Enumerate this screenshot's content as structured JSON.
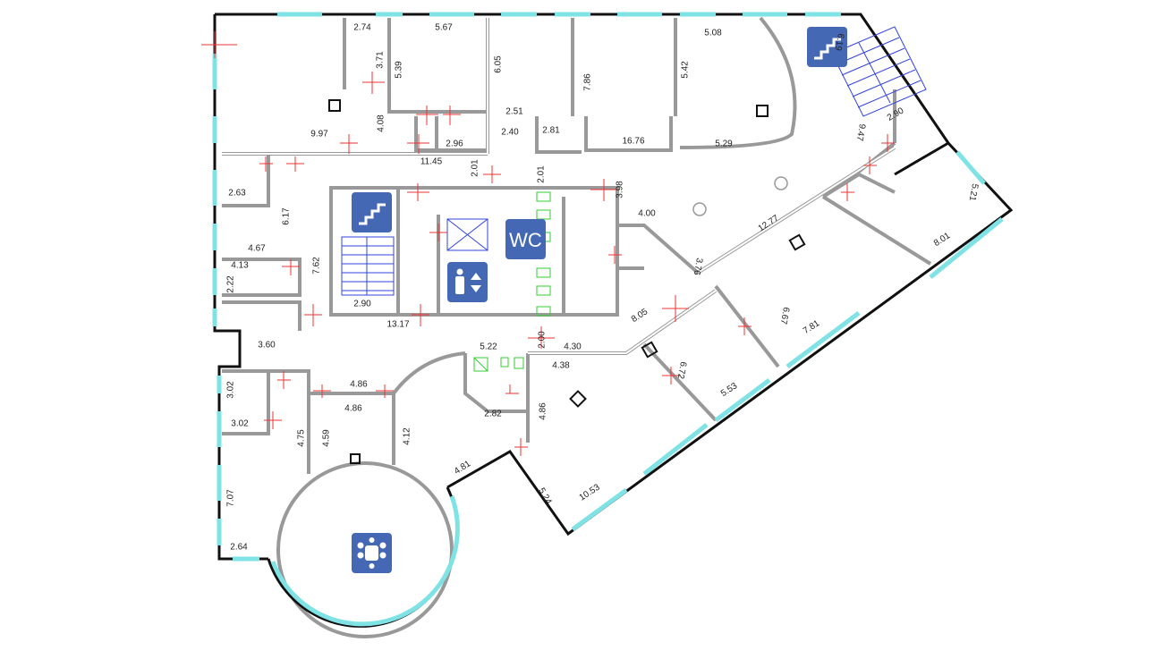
{
  "title": "Floor plan",
  "dimensions": [
    "2.74",
    "5.67",
    "3.71",
    "5.39",
    "6.05",
    "7.86",
    "5.42",
    "5.08",
    "6.19",
    "9.97",
    "4.08",
    "2.51",
    "2.40",
    "2.81",
    "2.96",
    "11.45",
    "16.76",
    "5.29",
    "9.47",
    "2.90",
    "2.01",
    "2.01",
    "2.63",
    "6.17",
    "4.67",
    "4.13",
    "2.22",
    "7.62",
    "2.90",
    "13.17",
    "3.98",
    "4.00",
    "12.77",
    "5.21",
    "8.01",
    "3.76",
    "8.05",
    "6.67",
    "7.81",
    "3.60",
    "5.22",
    "2.00",
    "4.30",
    "4.38",
    "6.72",
    "5.53",
    "3.02",
    "3.02",
    "4.86",
    "4.86",
    "4.75",
    "4.59",
    "4.12",
    "2.82",
    "4.86",
    "4.81",
    "5.24",
    "10.53",
    "7.07",
    "2.64"
  ],
  "icons": {
    "stairs": "stairs-icon",
    "wc": "WC",
    "elevator": "elevator-icon",
    "meeting": "meeting-room-icon"
  },
  "colors": {
    "icon": "#4468b3",
    "window": "#7fe3e6",
    "door": "#e33333",
    "stairs": "#3344dd",
    "fixtures": "#33cc33"
  }
}
